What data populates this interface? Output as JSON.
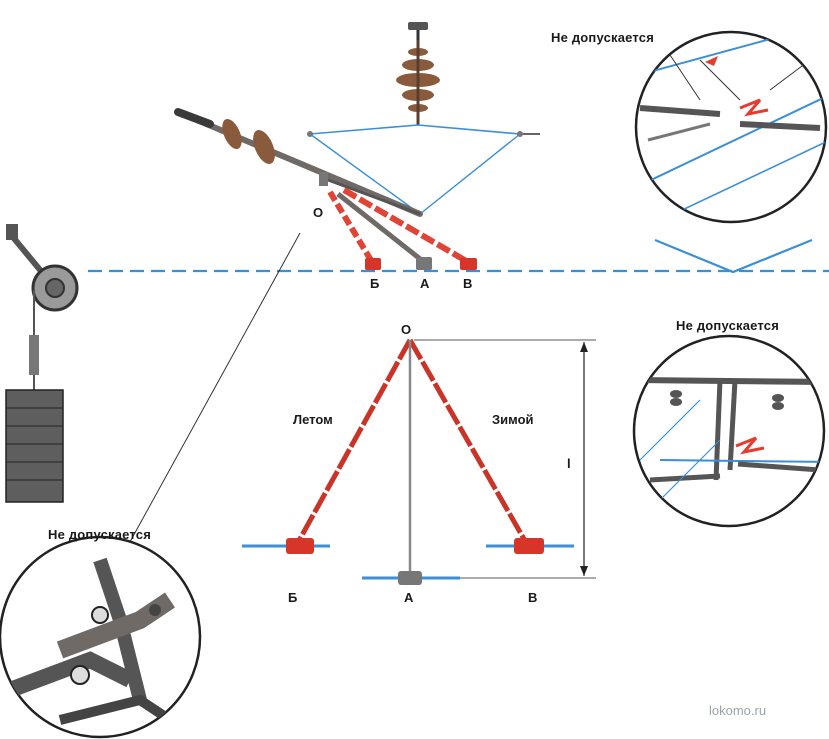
{
  "labels": {
    "not_allowed_top": "Не допускается",
    "not_allowed_middle": "Не допускается",
    "not_allowed_bottom": "Не допускается",
    "point_o_top": "О",
    "point_b_top": "Б",
    "point_a_top": "А",
    "point_v_top": "В",
    "point_o_bottom": "О",
    "point_b_bottom": "Б",
    "point_a_bottom": "А",
    "point_v_bottom": "В",
    "summer": "Летом",
    "winter": "Зимой",
    "length_symbol": "l",
    "watermark": "lokomo.ru"
  },
  "colors": {
    "wire": "#3b8fd6",
    "red": "#d8352a",
    "metal": "#6f6a66",
    "insulator": "#8a5a3c",
    "dark": "#333333",
    "watermark": "#9aa3aa"
  }
}
